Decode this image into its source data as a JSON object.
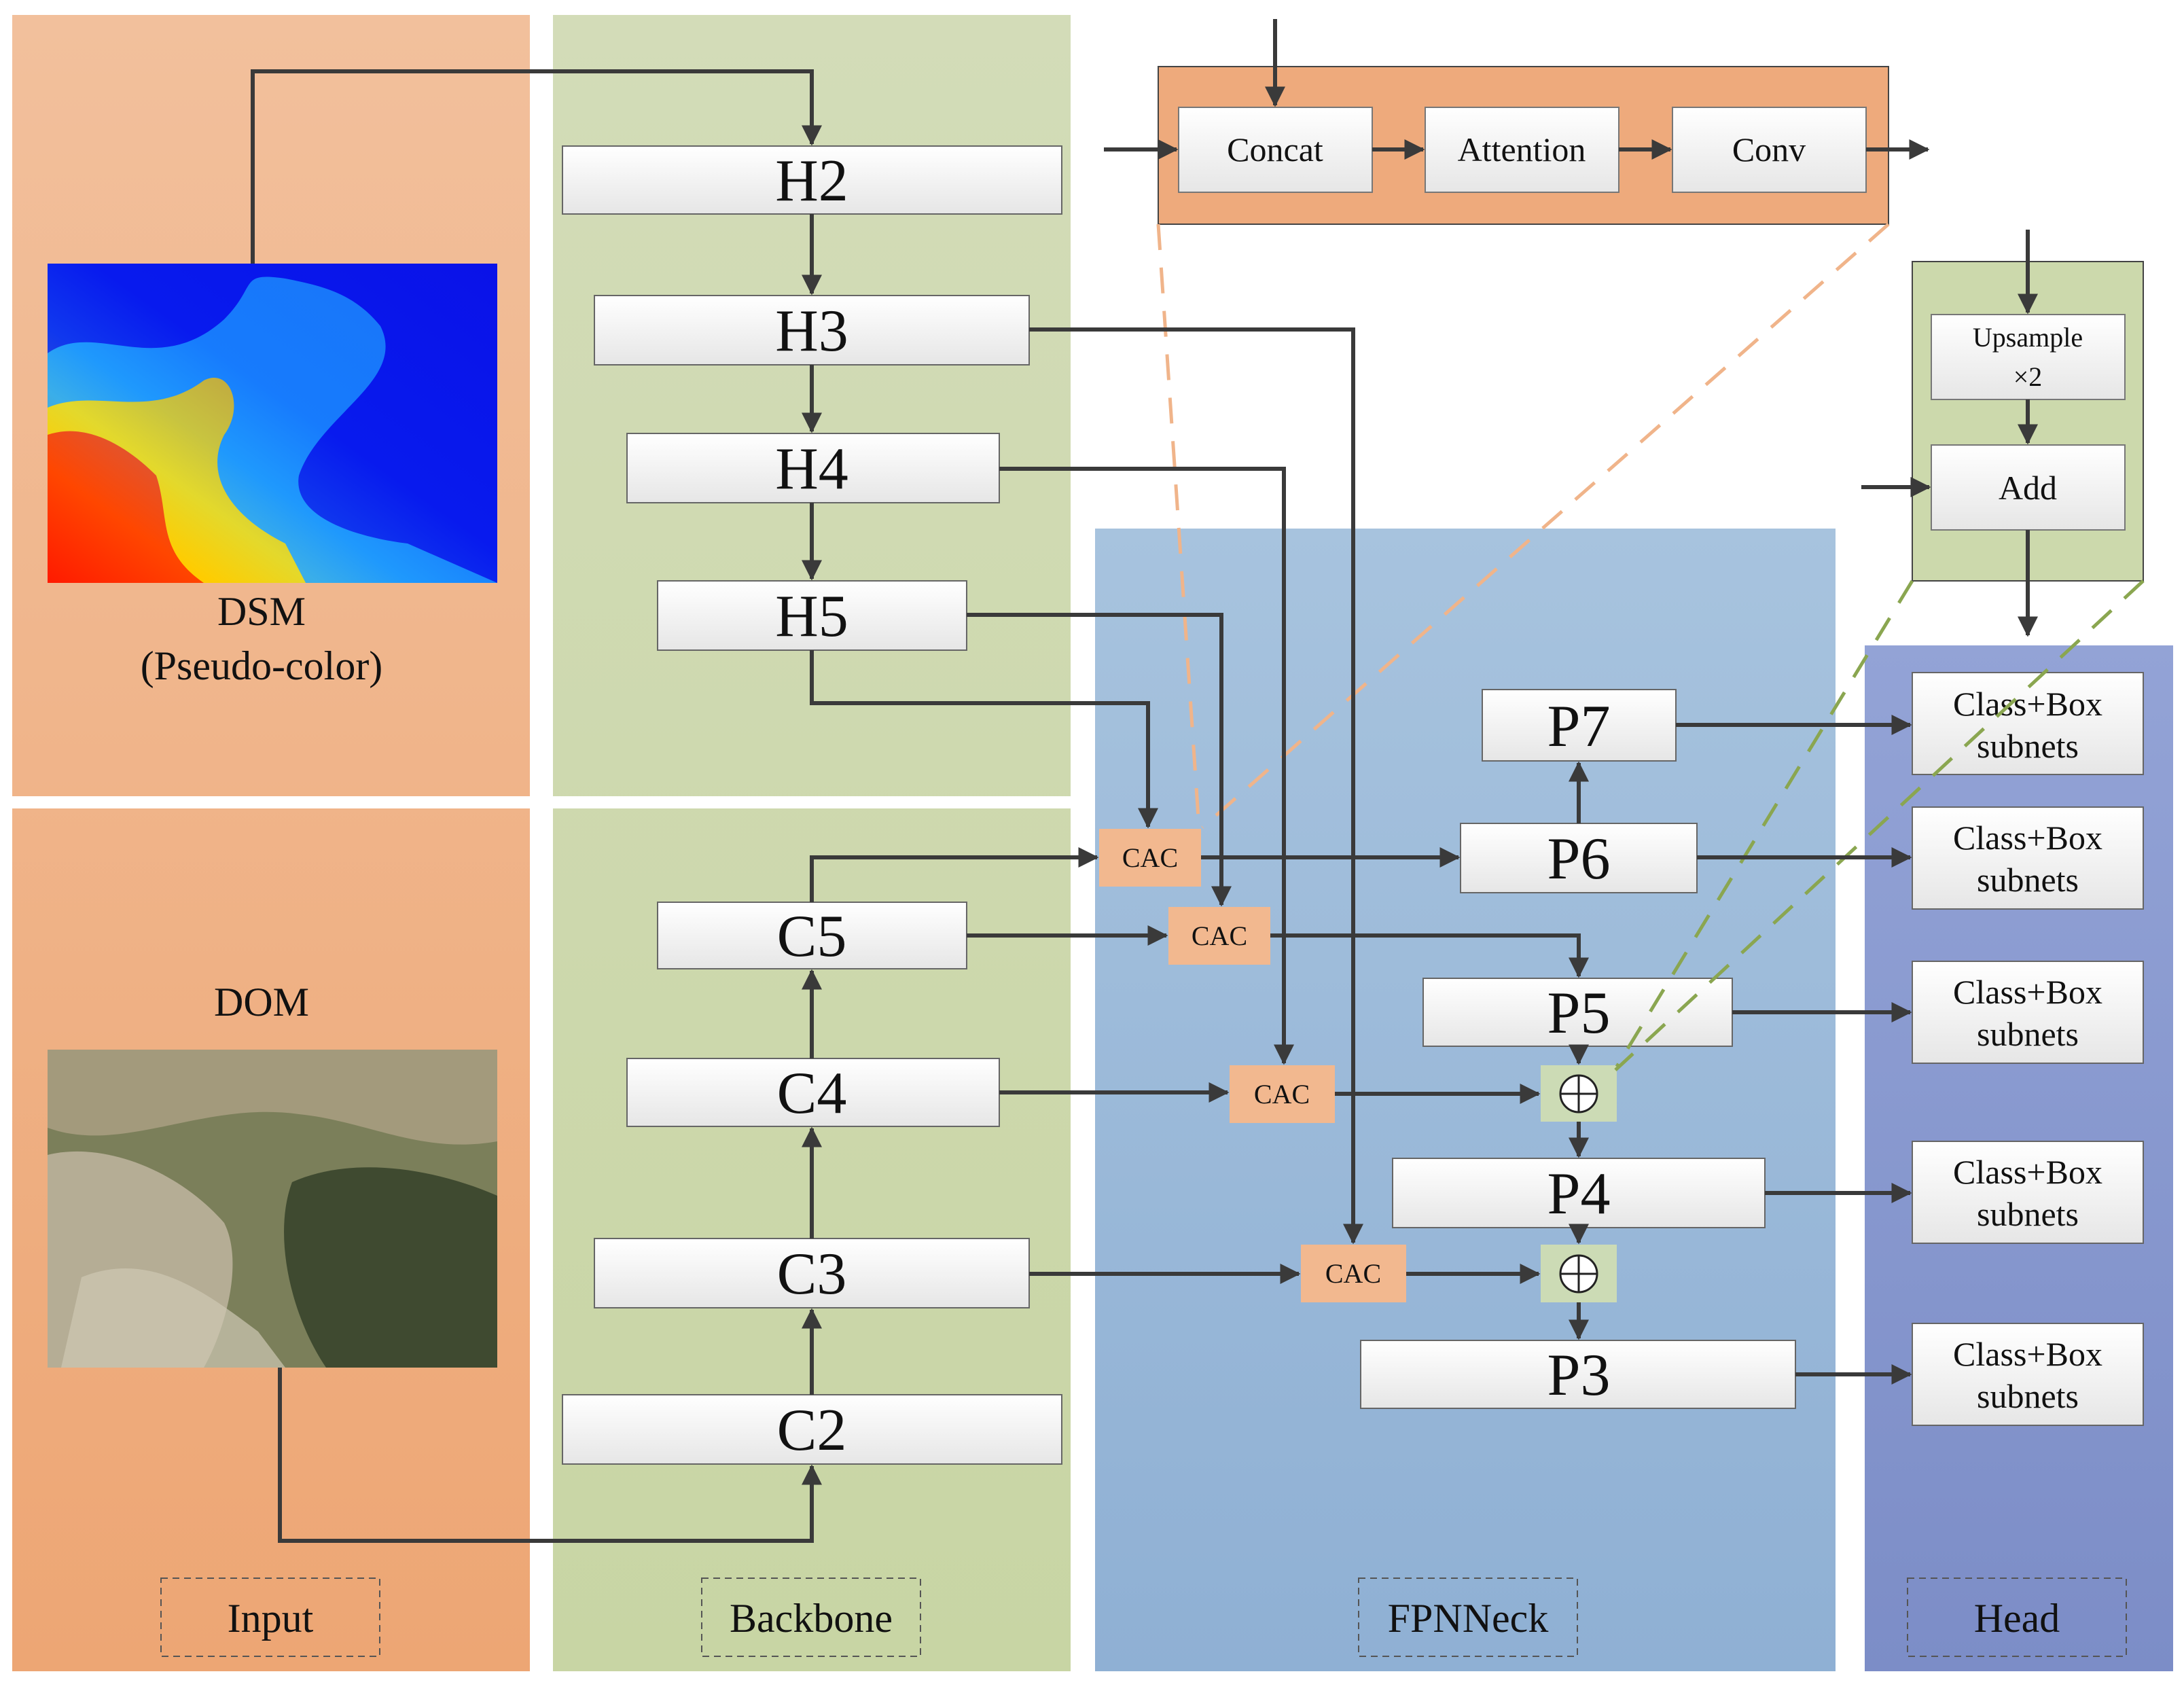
{
  "panels": {
    "input": "Input",
    "backbone": "Backbone",
    "neck": "FPNNeck",
    "head": "Head"
  },
  "input": {
    "dsm_title": "DSM",
    "dsm_subtitle": "(Pseudo-color)",
    "dom_title": "DOM"
  },
  "backbone": {
    "h2": "H2",
    "h3": "H3",
    "h4": "H4",
    "h5": "H5",
    "c5": "C5",
    "c4": "C4",
    "c3": "C3",
    "c2": "C2"
  },
  "neck": {
    "cac": "CAC",
    "p7": "P7",
    "p6": "P6",
    "p5": "P5",
    "p4": "P4",
    "p3": "P3"
  },
  "head": {
    "class_box_line1": "Class+Box",
    "class_box_line2": "subnets"
  },
  "cac_detail": {
    "concat": "Concat",
    "attention": "Attention",
    "conv": "Conv"
  },
  "merge_detail": {
    "upsample_line1": "Upsample",
    "upsample_line2": "×2",
    "add": "Add"
  },
  "colors": {
    "input_panel": "#f0b48a",
    "backbone_panel": "#cdd8ad",
    "neck_panel": "#9fbcd9",
    "head_panel": "#8797cc",
    "cac_fill": "#f2b88f",
    "add_fill": "#ccdbb5",
    "arrow": "#3a3a3a",
    "dash_orange": "#f0b48a",
    "dash_green": "#8aa650"
  }
}
